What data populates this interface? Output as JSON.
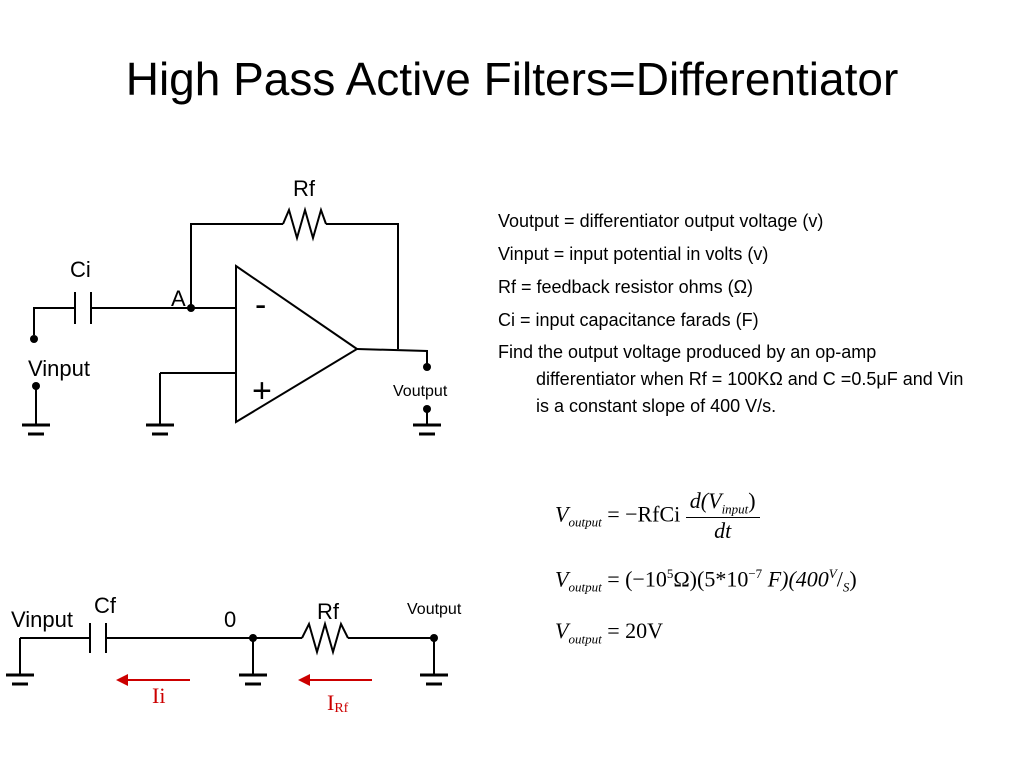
{
  "title": "High Pass Active Filters=Differentiator",
  "top_circuit": {
    "rf_label": "Rf",
    "ci_label": "Ci",
    "node_a_label": "A",
    "vinput_label": "Vinput",
    "voutput_label": "Voutput",
    "minus_sign": "-",
    "plus_sign": "+"
  },
  "definitions": [
    "Voutput = differentiator output voltage (v)",
    "Vinput = input potential in volts (v)",
    "Rf = feedback resistor ohms (Ω)",
    "Ci = input capacitance farads (F)"
  ],
  "problem": "Find the output voltage produced by an op-amp differentiator when Rf = 100KΩ and C =0.5μF and Vin is a constant slope of 400 V/s.",
  "equations": {
    "eq1": {
      "lhs": "V",
      "lhs_sub": "output",
      "mid": "= −RfCi",
      "num": "d(V",
      "num_sub": "input",
      "num_end": ")",
      "den": "dt"
    },
    "eq2": {
      "lhs": "V",
      "lhs_sub": "output",
      "a": "= (−10",
      "a_sup": "5",
      "b": "Ω)(5*10",
      "b_sup": "−7",
      "c": "F)(400",
      "d": "V",
      "e": "S",
      "f": ")"
    },
    "eq3": {
      "lhs": "V",
      "lhs_sub": "output",
      "rhs": "= 20V"
    }
  },
  "bottom_circuit": {
    "vinput_label": "Vinput",
    "cf_label": "Cf",
    "zero_label": "0",
    "rf_label": "Rf",
    "voutput_label": "Voutput",
    "ii_label": "Ii",
    "irf_label": "I",
    "irf_sub": "Rf"
  }
}
